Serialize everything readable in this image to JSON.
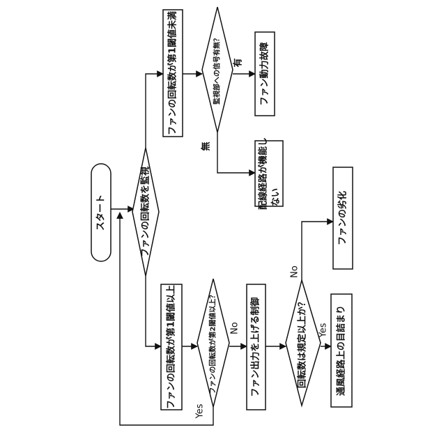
{
  "diagram": {
    "nodes": {
      "start": "スタート",
      "monitor": "ファンの回転数を監視",
      "below_th1": "ファンの回転数が第1閾値未満",
      "signal_check": "監視部への信号有無？",
      "power_fault": "ファン動力故障",
      "wiring_fault_1": "配線経路が機能し",
      "wiring_fault_2": "ない",
      "above_th1": "ファンの回転数が第1閾値以上",
      "above_th2": "ファンの回転数が第2閾値以上？",
      "raise_output": "ファン出力を上げる制御",
      "rpm_check": "回転数は規定以上か？",
      "degradation": "ファンの劣化",
      "clogging": "通風経路上の目詰まり"
    },
    "edge_labels": {
      "yes_label": "有",
      "no_label": "無",
      "th2_no": "No",
      "th2_yes": "Yes",
      "rpm_no": "No",
      "rpm_yes": "Yes"
    }
  }
}
